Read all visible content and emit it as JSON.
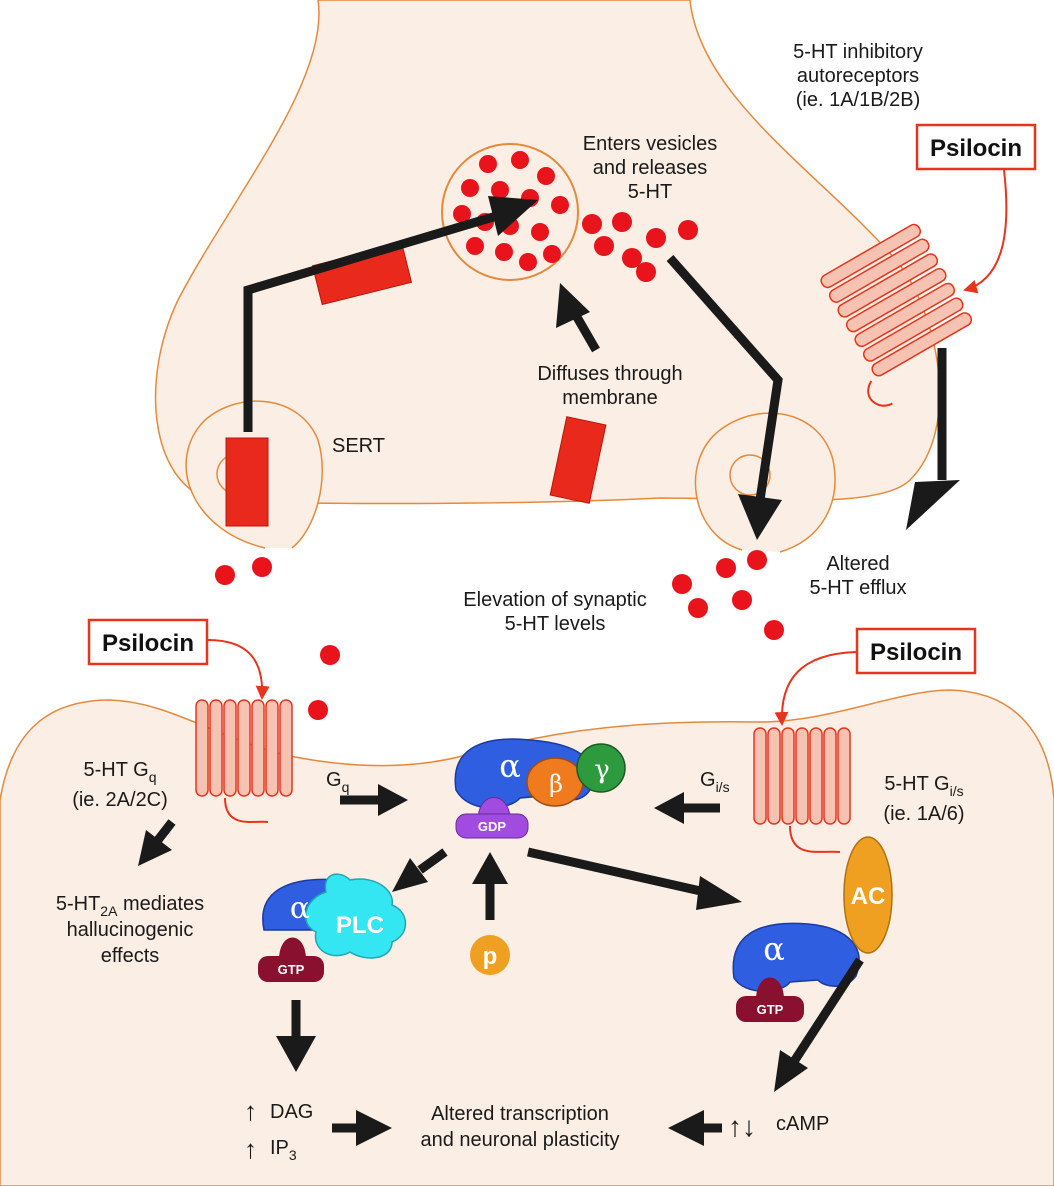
{
  "labels": {
    "autoreceptors_line1": "5-HT inhibitory",
    "autoreceptors_line2": "autoreceptors",
    "autoreceptors_line3": "(ie. 1A/1B/2B)",
    "vesicles_line1": "Enters vesicles",
    "vesicles_line2": "and releases",
    "vesicles_line3": "5-HT",
    "diffuses_line1": "Diffuses through",
    "diffuses_line2": "membrane",
    "sert": "SERT",
    "altered_efflux_line1": "Altered",
    "altered_efflux_line2": "5-HT efflux",
    "elevation_line1": "Elevation of synaptic",
    "elevation_line2": "5-HT levels",
    "gq_receptor_main": "5-HT G",
    "gq_receptor_sub": "q",
    "gq_receptor_types": "(ie. 2A/2C)",
    "gi_receptor_main": "5-HT G",
    "gi_receptor_sub": "i/s",
    "gi_receptor_types": "(ie. 1A/6)",
    "gq_arrow_main": "G",
    "gq_arrow_sub": "q",
    "gis_arrow_main": "G",
    "gis_arrow_sub": "i/s",
    "ht2a_prefix": "5-HT",
    "ht2a_sub": "2A",
    "ht2a_suffix": " mediates",
    "hallucinogenic_line2": "hallucinogenic",
    "hallucinogenic_line3": "effects",
    "dag": "DAG",
    "ip3_main": "IP",
    "ip3_sub": "3",
    "camp": "cAMP",
    "transcription_line1": "Altered transcription",
    "transcription_line2": "and neuronal plasticity"
  },
  "psilocin_boxes": [
    "Psilocin",
    "Psilocin",
    "Psilocin"
  ],
  "proteins": {
    "alpha": "α",
    "beta": "β",
    "gamma": "γ",
    "gdp": "GDP",
    "gtp": "GTP",
    "plc": "PLC",
    "ac": "AC",
    "p": "p"
  },
  "arrows": {
    "up": "↑",
    "updown": "↑↓"
  },
  "colors": {
    "neuron_fill": "#fbeee4",
    "neuron_stroke": "#e58a3c",
    "serotonin": "#e8131b",
    "transporter": "#e8291c",
    "psilocin_border": "#e8341c",
    "receptor": "#f08a72",
    "alpha_blue": "#2f5fe0",
    "beta_orange": "#f07a1e",
    "gamma_green": "#2e9a3e",
    "gdp_purple": "#a24be0",
    "gtp_maroon": "#8a1030",
    "plc_cyan": "#33e6f2",
    "ac_orange": "#f0a020",
    "p_orange": "#f0a020",
    "arrow_black": "#1a1a1a"
  }
}
